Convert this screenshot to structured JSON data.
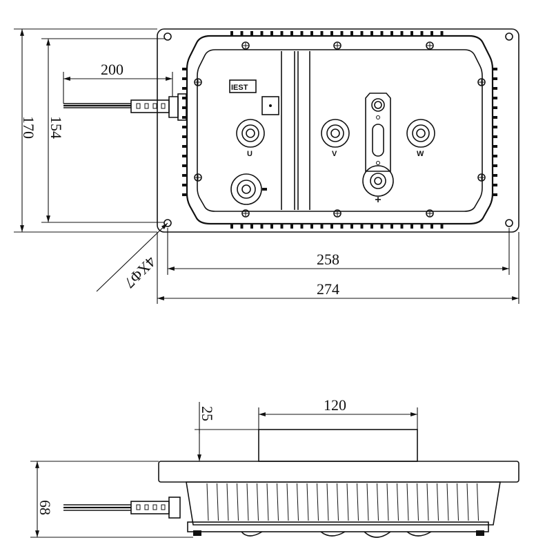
{
  "top_view": {
    "dim_total_height": "170",
    "dim_hole_spacing_height": "154",
    "dim_cable_length": "200",
    "dim_hole_spacing_width": "258",
    "dim_total_width": "274",
    "dim_holes": "4XΦ7",
    "logo_text": "IEST",
    "terminal_labels": [
      "U",
      "V",
      "W"
    ]
  },
  "side_view": {
    "dim_height": "68",
    "dim_step": "25",
    "dim_top_width": "120"
  }
}
